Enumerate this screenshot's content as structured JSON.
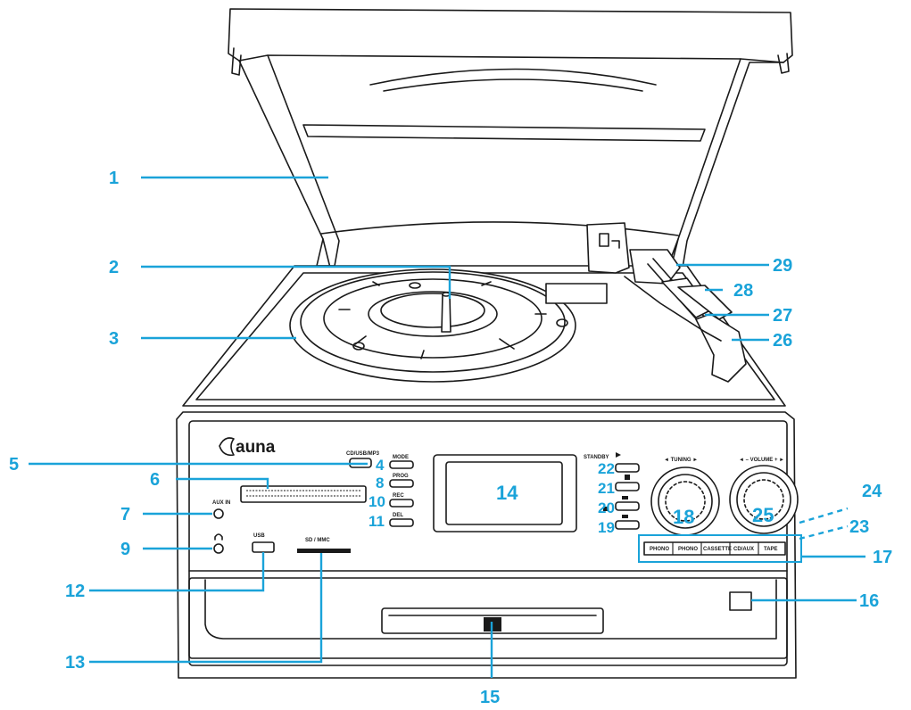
{
  "brand": {
    "name": "auna"
  },
  "colors": {
    "callout": "#1aa3d9",
    "outline": "#1a1a1a",
    "background": "#ffffff"
  },
  "panel_labels": {
    "mode": "MODE",
    "prog": "PROG",
    "rec": "REC",
    "del": "DEL",
    "aux_in": "AUX IN",
    "usb": "USB",
    "sd_mmc": "SD / MMC",
    "standby": "STANDBY",
    "tuning": "◄ TUNING ►",
    "volume": "◄ – VOLUME + ►",
    "source_buttons": [
      "PHONO",
      "PHONO",
      "CASSETTE",
      "CD/AUX",
      "TAPE"
    ]
  },
  "callouts": [
    "1",
    "2",
    "3",
    "5",
    "6",
    "7",
    "9",
    "12",
    "13",
    "14",
    "15",
    "16",
    "17",
    "18",
    "19",
    "20",
    "21",
    "22",
    "23",
    "24",
    "25",
    "26",
    "27",
    "28",
    "29",
    "4",
    "8",
    "10",
    "11"
  ]
}
